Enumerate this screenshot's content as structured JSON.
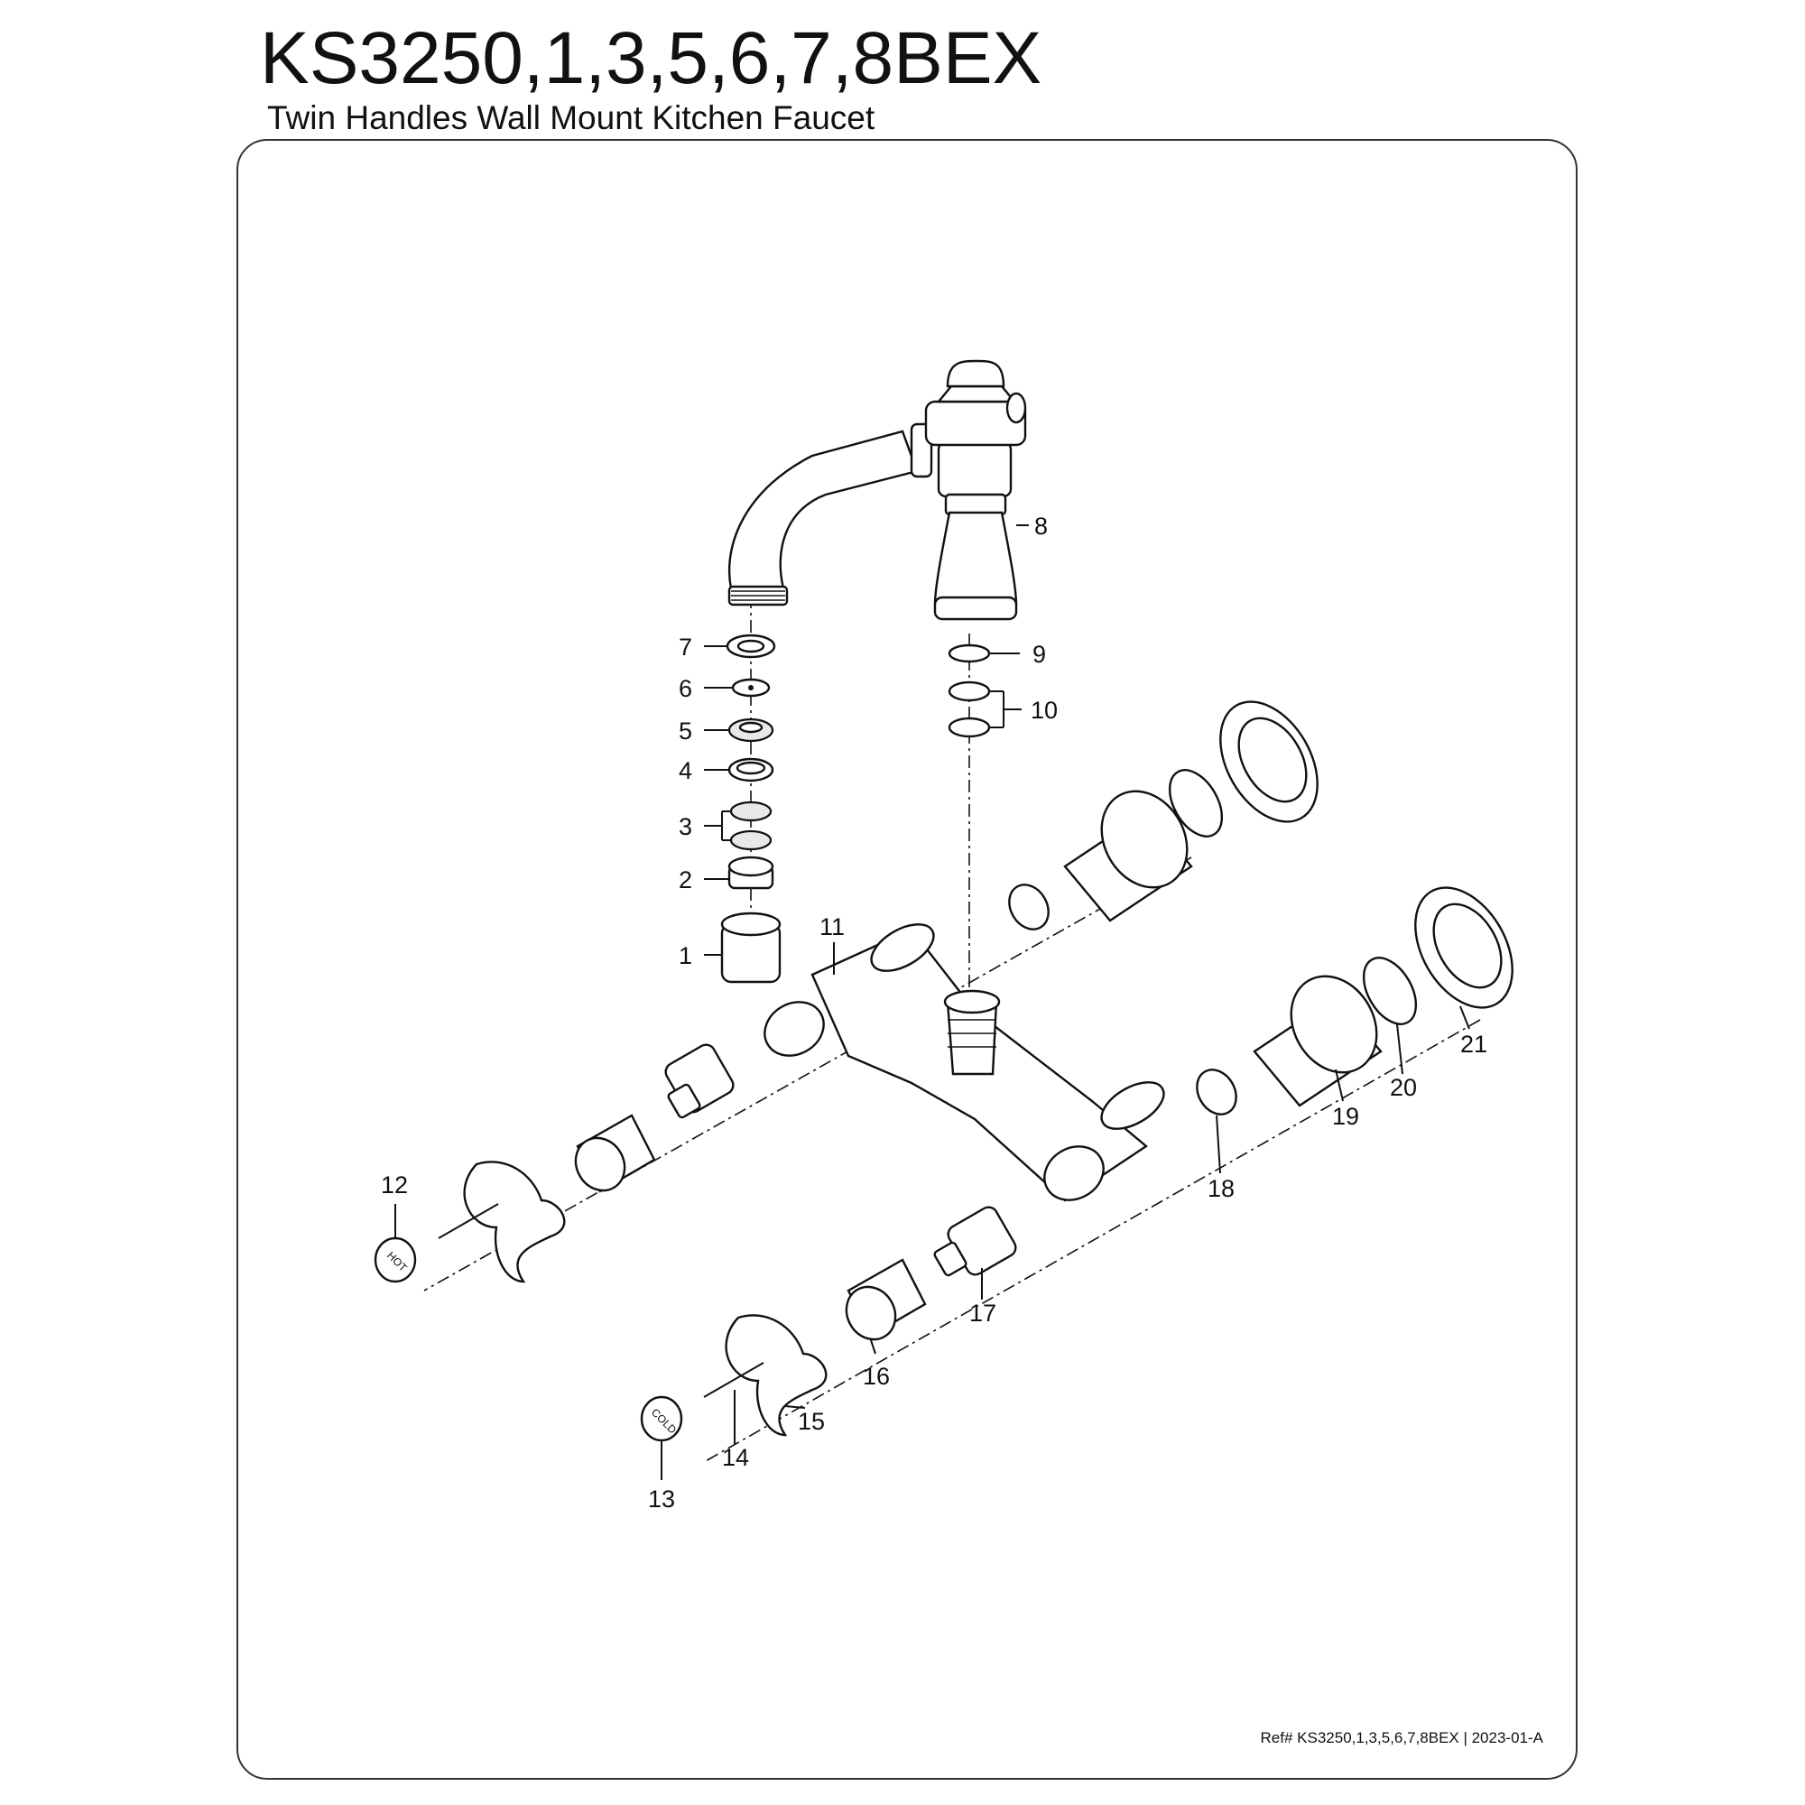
{
  "header": {
    "title": "KS3250,1,3,5,6,7,8BEX",
    "subtitle": "Twin Handles Wall Mount Kitchen Faucet"
  },
  "footer": {
    "ref": "Ref# KS3250,1,3,5,6,7,8BEX | 2023-01-A"
  },
  "diagram": {
    "callouts": [
      "1",
      "2",
      "3",
      "4",
      "5",
      "6",
      "7",
      "8",
      "9",
      "10",
      "11",
      "12",
      "13",
      "14",
      "15",
      "16",
      "17",
      "18",
      "19",
      "20",
      "21"
    ],
    "cap_labels": {
      "hot": "HOT",
      "cold": "COLD"
    }
  }
}
